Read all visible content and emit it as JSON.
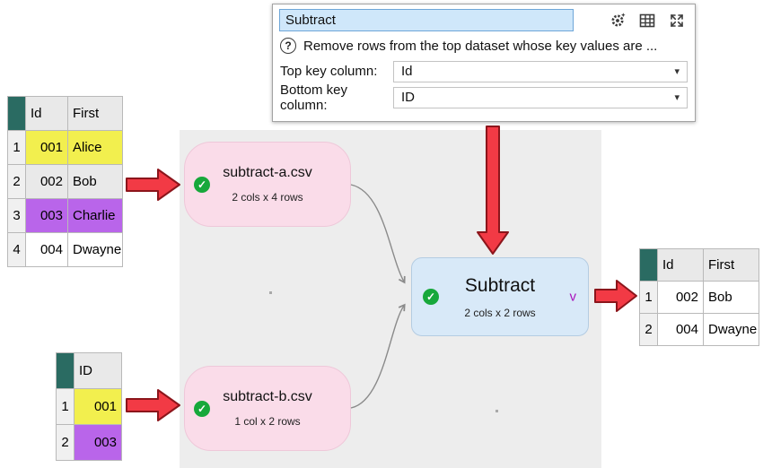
{
  "panel": {
    "title_value": "Subtract",
    "help_text": "Remove rows from the top dataset whose key values are ...",
    "fields": [
      {
        "label": "Top key column:",
        "value": "Id"
      },
      {
        "label": "Bottom key column:",
        "value": "ID"
      }
    ]
  },
  "icons": {
    "help": "?",
    "dropdown_arrow": "▾",
    "check": "✓"
  },
  "canvas": {
    "nodes": {
      "a": {
        "title": "subtract-a.csv",
        "subtitle": "2 cols x 4 rows"
      },
      "b": {
        "title": "subtract-b.csv",
        "subtitle": "1 col x 2 rows"
      },
      "subtract": {
        "title": "Subtract",
        "subtitle": "2 cols x 2 rows",
        "chevron": "v"
      }
    }
  },
  "tables": {
    "left": {
      "headers": [
        "Id",
        "First"
      ],
      "rows": [
        {
          "num": "1",
          "id": "001",
          "first": "Alice",
          "highlight": "yellow"
        },
        {
          "num": "2",
          "id": "002",
          "first": "Bob",
          "highlight": "grey"
        },
        {
          "num": "3",
          "id": "003",
          "first": "Charlie",
          "highlight": "purple"
        },
        {
          "num": "4",
          "id": "004",
          "first": "Dwayne",
          "highlight": "none"
        }
      ]
    },
    "bottom": {
      "headers": [
        "ID"
      ],
      "rows": [
        {
          "num": "1",
          "id": "001",
          "highlight": "yellow"
        },
        {
          "num": "2",
          "id": "003",
          "highlight": "purple"
        }
      ]
    },
    "result": {
      "headers": [
        "Id",
        "First"
      ],
      "rows": [
        {
          "num": "1",
          "id": "002",
          "first": "Bob",
          "highlight": "none"
        },
        {
          "num": "2",
          "id": "004",
          "first": "Dwayne",
          "highlight": "none"
        }
      ]
    }
  },
  "colors": {
    "input_blue": "#cfe7fa",
    "node_pink": "#fadce9",
    "node_blue": "#d8e9f8",
    "arrow_red": "#f23a45",
    "check_green": "#17a83b",
    "cell_yellow": "#f2ef4e",
    "cell_purple": "#b965ea",
    "chevron_purple": "#a912bb",
    "table_corner": "#2a6b62"
  }
}
